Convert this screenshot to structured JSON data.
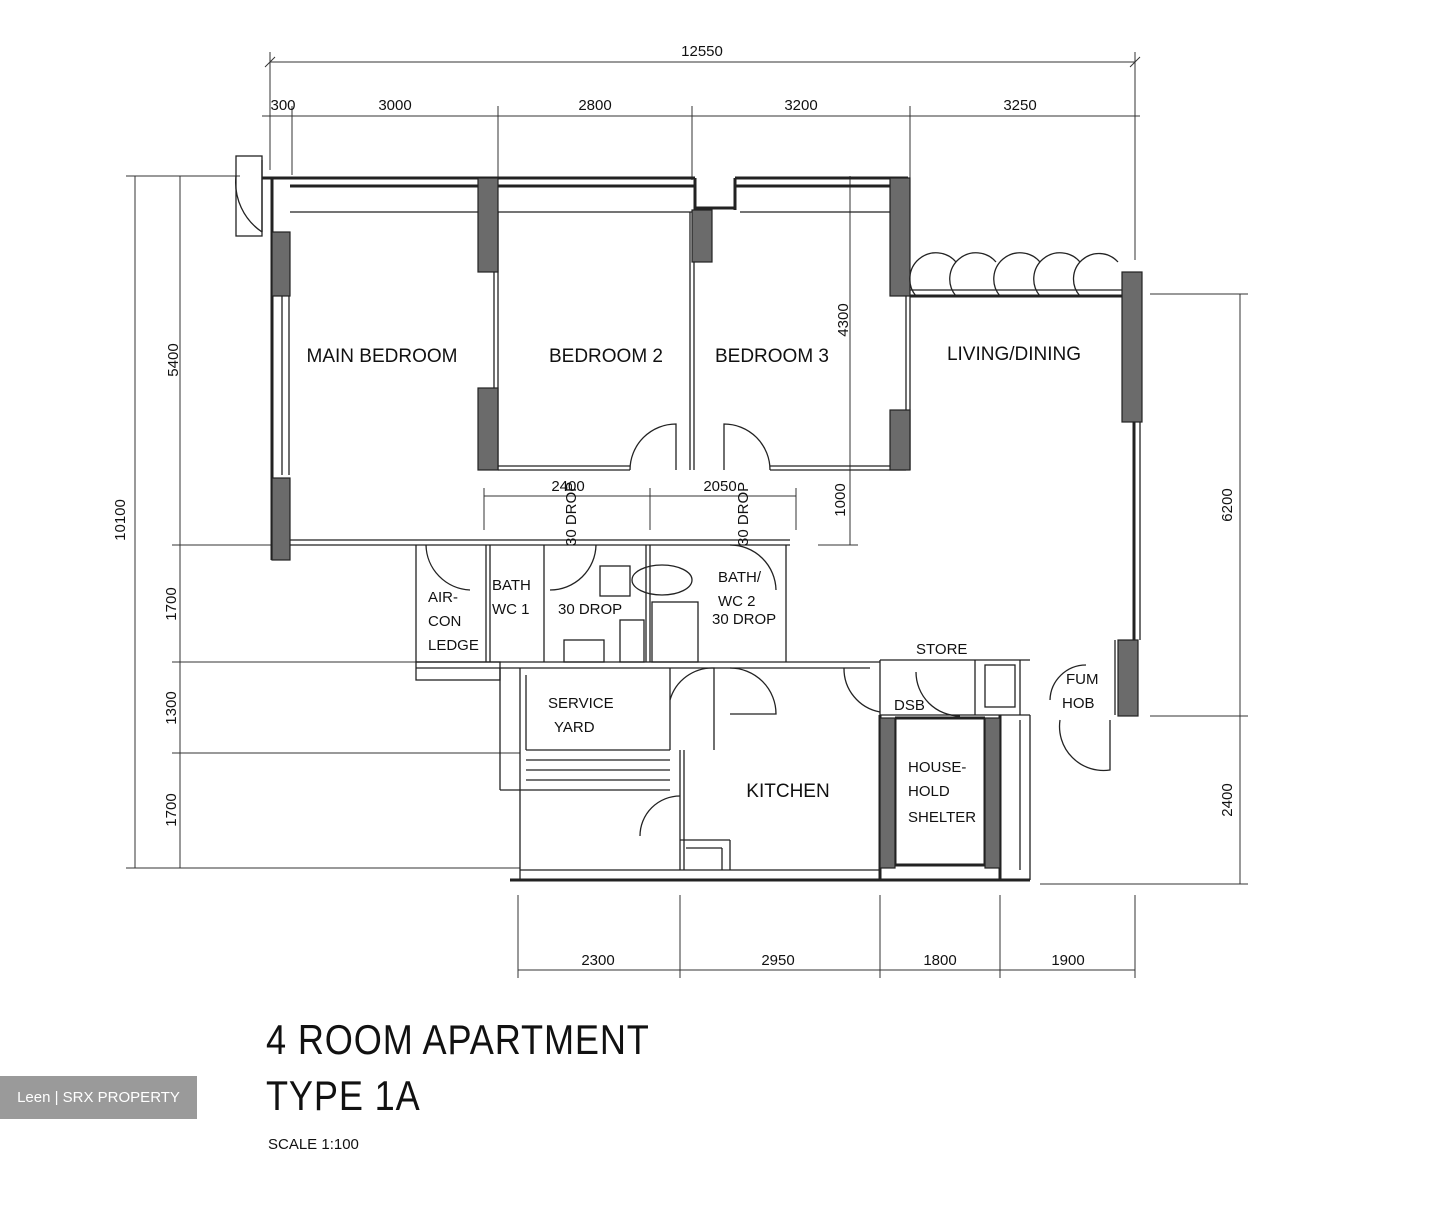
{
  "plan": {
    "title_line1": "4 ROOM APARTMENT",
    "title_line2": "TYPE 1A",
    "scale": "SCALE   1:100"
  },
  "watermark": "Leen | SRX PROPERTY",
  "dimensions": {
    "top_total": "12550",
    "top_segments": [
      "300",
      "3000",
      "2800",
      "3200",
      "3250"
    ],
    "left_total": "10100",
    "left_segments": [
      "5400",
      "1700",
      "1700"
    ],
    "left_small": "1300",
    "right_segments": [
      "6200",
      "2400"
    ],
    "bottom_segments": [
      "2300",
      "2950",
      "1800",
      "1900"
    ],
    "inner": [
      "2400",
      "2050",
      "4300",
      "1000"
    ],
    "drop_marks": [
      "30 DROP",
      "30 DROP",
      "30 DROP",
      "30 DROP"
    ]
  },
  "rooms": {
    "main_bedroom": "MAIN BEDROOM",
    "bedroom2": "BEDROOM 2",
    "bedroom3": "BEDROOM 3",
    "living_dining": "LIVING/DINING",
    "aircon_line1": "AIR-",
    "aircon_line2": "CON",
    "aircon_line3": "LEDGE",
    "bath1_line1": "BATH",
    "bath1_line2": "WC 1",
    "bath2_line1": "BATH/",
    "bath2_line2": "WC 2",
    "service_line1": "SERVICE",
    "service_line2": "YARD",
    "kitchen": "KITCHEN",
    "shelter_line1": "HOUSE-",
    "shelter_line2": "HOLD",
    "shelter_line3": "SHELTER",
    "store": "STORE",
    "dsb": "DSB",
    "bomb_line1": "FUM",
    "bomb_line2": "HOB"
  }
}
